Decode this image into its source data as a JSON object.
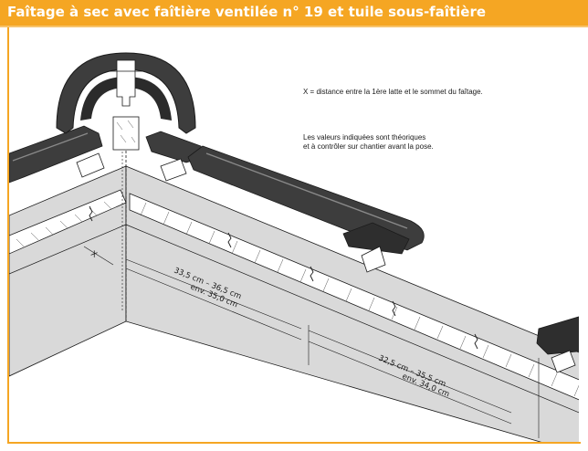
{
  "header": {
    "title": "Faîtage à sec avec faîtière ventilée n° 19 et tuile sous-faîtière"
  },
  "notes": {
    "x_definition": "X = distance entre la 1ère latte et le sommet du faîtage.",
    "theory_line_1": "Les valeurs indiquées sont théoriques",
    "theory_line_2": "et à contrôler sur chantier avant la pose."
  },
  "dimensions": {
    "x_label": "X",
    "range_1": "33,5 cm – 36,5 cm",
    "approx_1": "env. 35,0 cm",
    "range_2": "32,5 cm – 35,5 cm",
    "approx_2": "env. 34,0 cm"
  },
  "colors": {
    "accent": "#f5a623",
    "tile": "#3d3d3d",
    "roof_fill": "#d9d9d9",
    "wood_fill": "#ffffff"
  }
}
